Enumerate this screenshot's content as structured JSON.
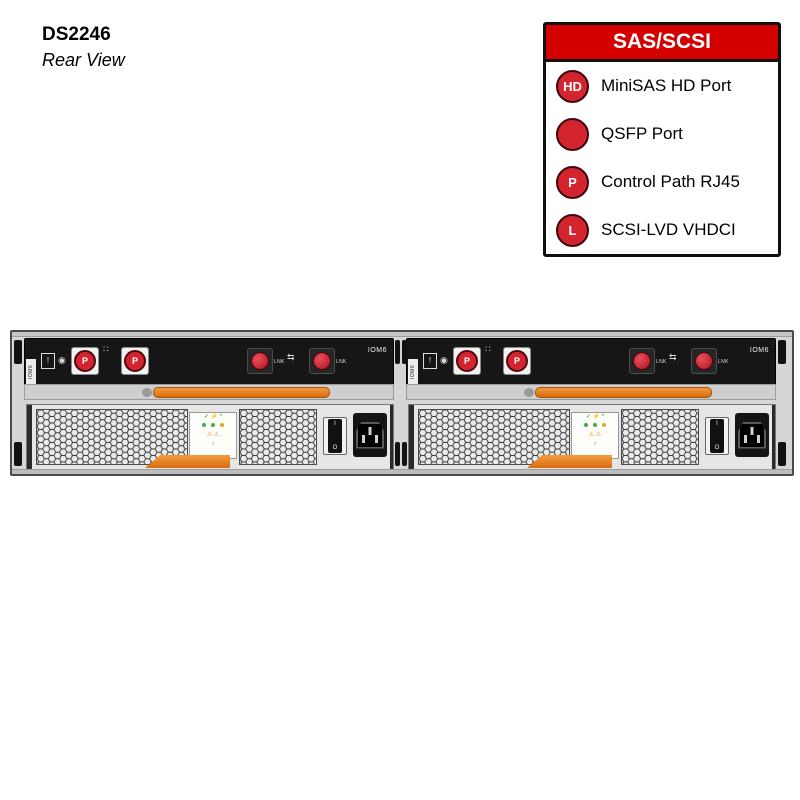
{
  "title": "DS2246",
  "subtitle": "Rear View",
  "legend": {
    "title": "SAS/SCSI",
    "items": [
      {
        "badge": "HD",
        "label": "MiniSAS HD Port"
      },
      {
        "badge": "",
        "label": "QSFP Port"
      },
      {
        "badge": "P",
        "label": "Control Path RJ45"
      },
      {
        "badge": "L",
        "label": "SCSI-LVD VHDCI"
      }
    ]
  },
  "colors": {
    "legend_red": "#d40000",
    "port_red": "#d32430",
    "handle_orange": "#e8821e",
    "panel_black": "#161616",
    "chassis_gray": "#d6d6d6"
  },
  "chassis": {
    "iom": {
      "label": "IOM6",
      "side_label": "IOM6",
      "link_label": "LNK",
      "control_port_letter": "P",
      "icons": {
        "alert": "!",
        "led": "◉",
        "grid": "∷",
        "sas": "⇆"
      }
    },
    "psu": {
      "switch_on": "I",
      "switch_off": "O",
      "icons": {
        "ok": "✓",
        "bolt": "⚡",
        "fan": "*",
        "warning": "⚠",
        "info": "i"
      }
    }
  }
}
